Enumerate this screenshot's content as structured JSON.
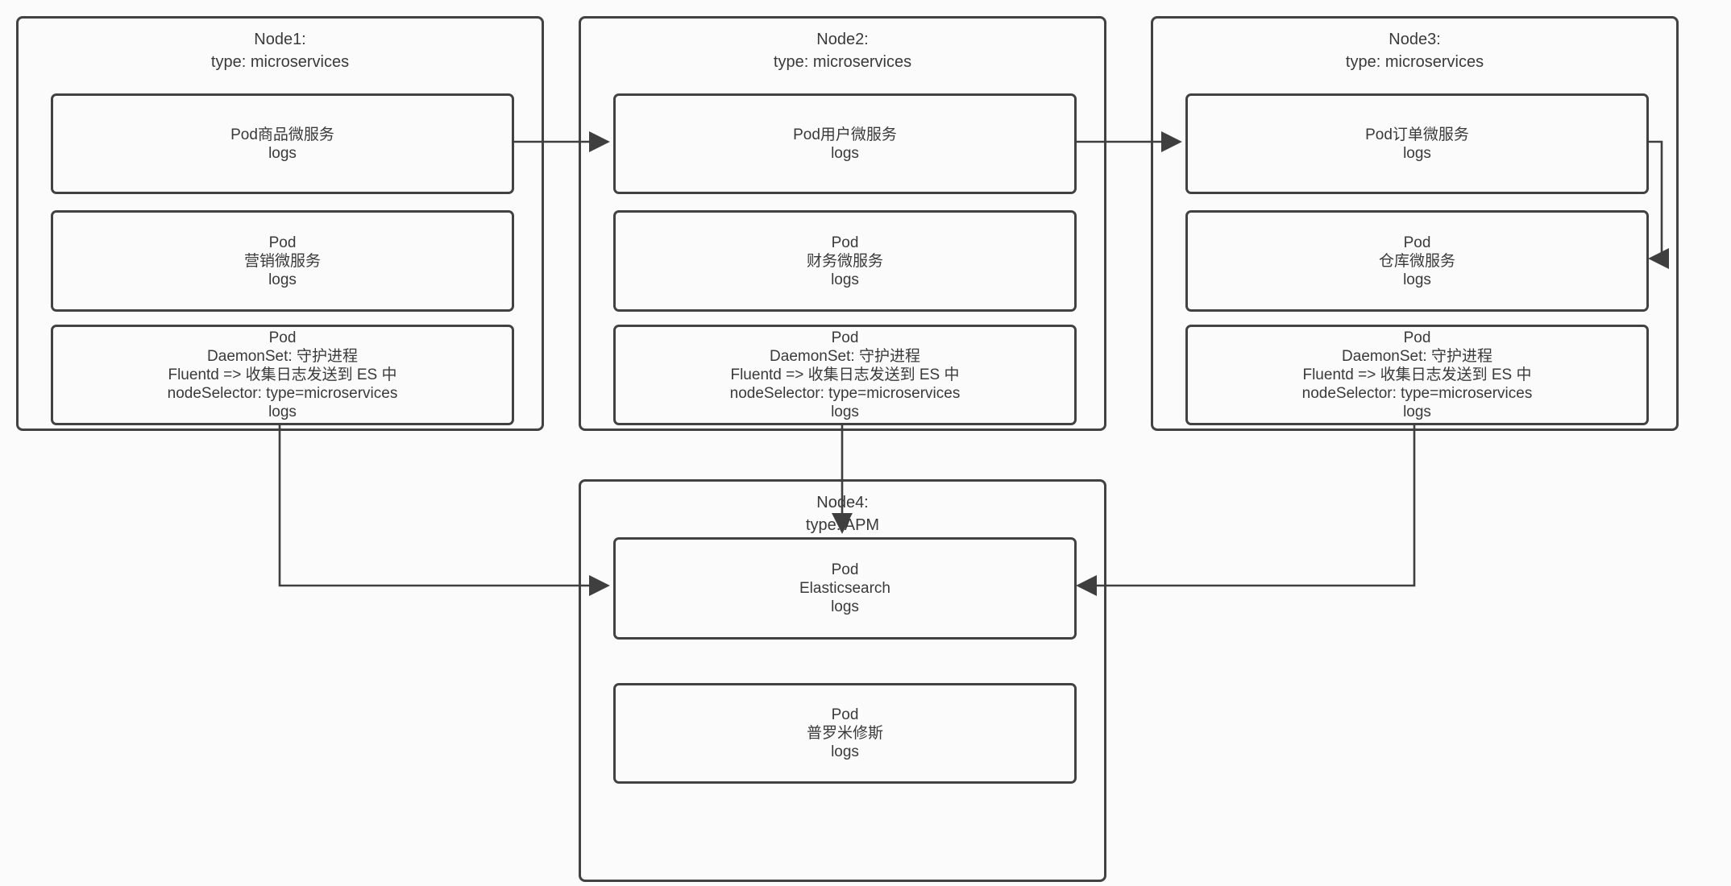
{
  "colors": {
    "line": "#3f3f3f",
    "border": "#424242",
    "text": "#3a3a3a",
    "background": "#fbfbfb"
  },
  "nodes": [
    {
      "title1": "Node1:",
      "title2": "type: microservices",
      "pods": [
        {
          "lines": [
            "Pod商品微服务",
            "logs"
          ]
        },
        {
          "lines": [
            "Pod",
            "营销微服务",
            "logs"
          ]
        },
        {
          "lines": [
            "Pod",
            "DaemonSet: 守护进程",
            "Fluentd => 收集日志发送到 ES 中",
            "nodeSelector: type=microservices",
            "logs"
          ]
        }
      ]
    },
    {
      "title1": "Node2:",
      "title2": "type: microservices",
      "pods": [
        {
          "lines": [
            "Pod用户微服务",
            "logs"
          ]
        },
        {
          "lines": [
            "Pod",
            "财务微服务",
            "logs"
          ]
        },
        {
          "lines": [
            "Pod",
            "DaemonSet: 守护进程",
            "Fluentd => 收集日志发送到 ES 中",
            "nodeSelector: type=microservices",
            "logs"
          ]
        }
      ]
    },
    {
      "title1": "Node3:",
      "title2": "type: microservices",
      "pods": [
        {
          "lines": [
            "Pod订单微服务",
            "logs"
          ]
        },
        {
          "lines": [
            "Pod",
            "仓库微服务",
            "logs"
          ]
        },
        {
          "lines": [
            "Pod",
            "DaemonSet: 守护进程",
            "Fluentd => 收集日志发送到 ES 中",
            "nodeSelector: type=microservices",
            "logs"
          ]
        }
      ]
    },
    {
      "title1": "Node4:",
      "title2": "type: APM",
      "pods": [
        {
          "lines": [
            "Pod",
            "Elasticsearch",
            "logs"
          ]
        },
        {
          "lines": [
            "Pod",
            "普罗米修斯",
            "logs"
          ]
        }
      ]
    }
  ],
  "edges": [
    {
      "from": "Node1 Pod商品微服务",
      "to": "Node2 Pod用户微服务"
    },
    {
      "from": "Node2 Pod用户微服务",
      "to": "Node3 Pod订单微服务"
    },
    {
      "from": "Node3 Pod订单微服务",
      "to": "Node3 Pod仓库微服务"
    },
    {
      "from": "Node1 Fluentd DaemonSet",
      "to": "Node4 Pod Elasticsearch"
    },
    {
      "from": "Node2 Fluentd DaemonSet",
      "to": "Node4 Pod Elasticsearch"
    },
    {
      "from": "Node3 Fluentd DaemonSet",
      "to": "Node4 Pod Elasticsearch"
    }
  ]
}
